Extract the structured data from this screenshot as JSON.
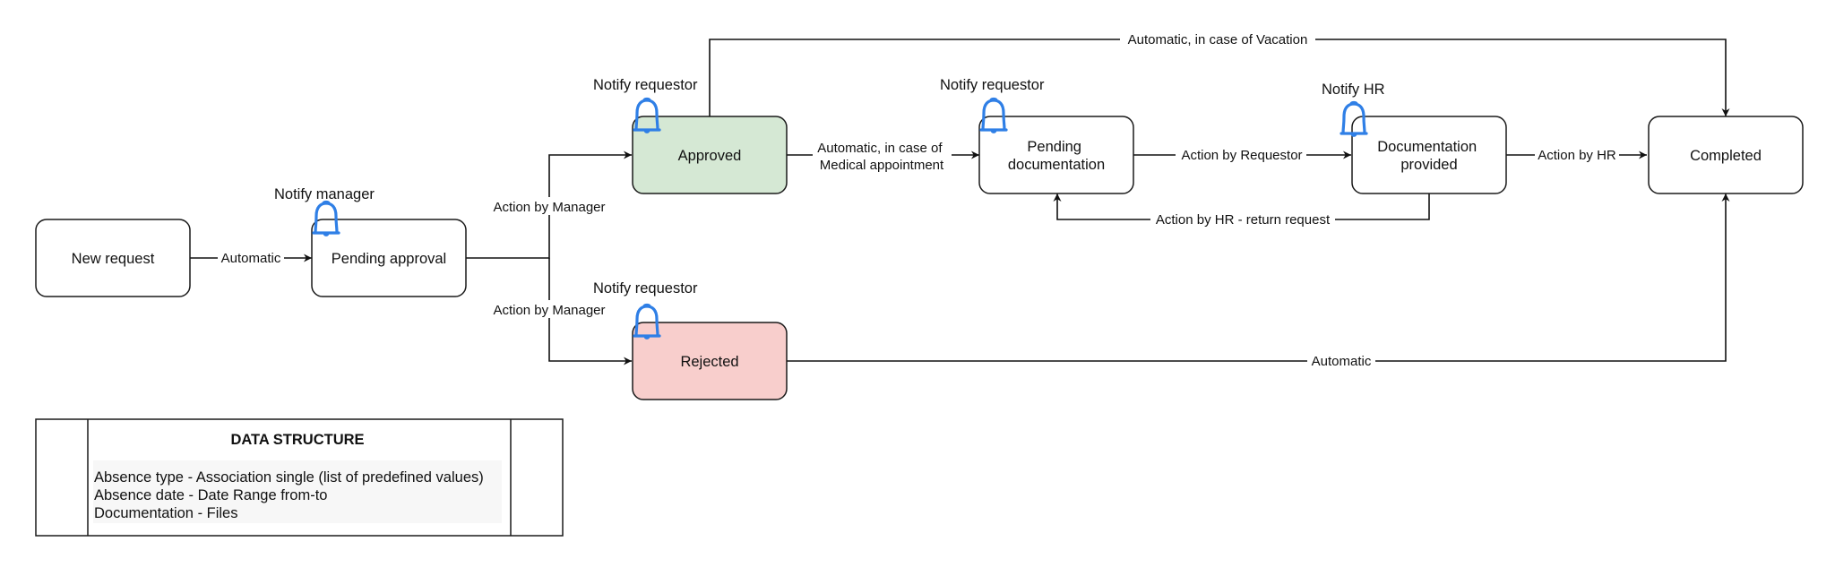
{
  "diagram": {
    "nodes": {
      "new_request": {
        "label": [
          "New request"
        ],
        "fill": "#ffffff"
      },
      "pending_approval": {
        "label": [
          "Pending approval"
        ],
        "fill": "#ffffff"
      },
      "approved": {
        "label": [
          "Approved"
        ],
        "fill": "#d5e8d4"
      },
      "rejected": {
        "label": [
          "Rejected"
        ],
        "fill": "#f8cecc"
      },
      "pending_documentation": {
        "label": [
          "Pending",
          "documentation"
        ],
        "fill": "#ffffff"
      },
      "documentation_provided": {
        "label": [
          "Documentation",
          "provided"
        ],
        "fill": "#ffffff"
      },
      "completed": {
        "label": [
          "Completed"
        ],
        "fill": "#ffffff"
      }
    },
    "notifications": {
      "pending_approval": "Notify manager",
      "approved": "Notify requestor",
      "rejected": "Notify requestor",
      "pending_documentation": "Notify requestor",
      "documentation_provided": "Notify HR"
    },
    "edges": {
      "new_to_pending": "Automatic",
      "pending_to_approved": "Action by Manager",
      "pending_to_rejected": "Action by Manager",
      "approved_to_pending_doc": [
        "Automatic, in case of",
        "Medical appointment"
      ],
      "approved_to_completed": "Automatic, in case of Vacation",
      "pending_doc_to_doc_provided": "Action by Requestor",
      "doc_provided_to_pending_doc": "Action by HR - return request",
      "doc_provided_to_completed": "Action by HR",
      "rejected_to_completed": "Automatic"
    },
    "data_structure": {
      "title": "DATA STRUCTURE",
      "lines": [
        "Absence type - Association single (list of predefined values)",
        "Absence date - Date Range from-to",
        "Documentation - Files"
      ]
    },
    "colors": {
      "approved_fill": "#d5e8d4",
      "rejected_fill": "#f8cecc",
      "bell_icon": "#2f7fe6"
    },
    "icons": {
      "notification": "bell-icon"
    }
  }
}
